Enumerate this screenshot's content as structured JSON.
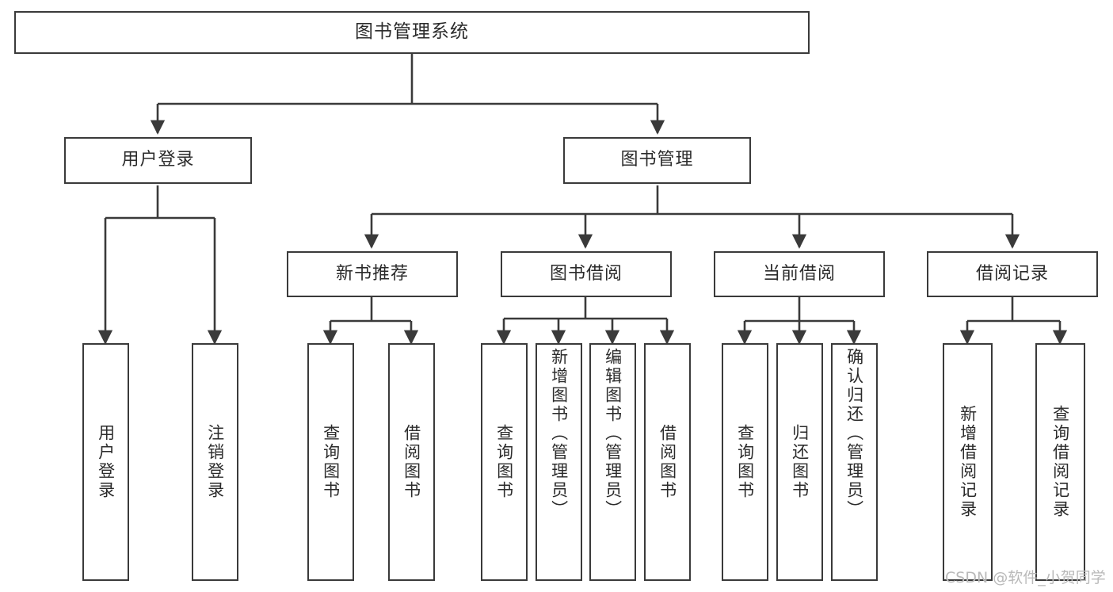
{
  "diagram": {
    "title": "图书管理系统",
    "type": "tree-hierarchy-functional-structure",
    "root": {
      "label": "图书管理系统"
    },
    "level2": [
      {
        "label": "用户登录"
      },
      {
        "label": "图书管理"
      }
    ],
    "level3": [
      {
        "label": "新书推荐"
      },
      {
        "label": "图书借阅"
      },
      {
        "label": "当前借阅"
      },
      {
        "label": "借阅记录"
      }
    ],
    "leaves": {
      "user_login": [
        {
          "label": "用户登录"
        },
        {
          "label": "注销登录"
        }
      ],
      "new_book_recommend": [
        {
          "label": "查询图书"
        },
        {
          "label": "借阅图书"
        }
      ],
      "book_borrow": [
        {
          "label": "查询图书"
        },
        {
          "label": "新增图书（管理员）"
        },
        {
          "label": "编辑图书（管理员）"
        },
        {
          "label": "借阅图书"
        }
      ],
      "current_borrow": [
        {
          "label": "查询图书"
        },
        {
          "label": "归还图书"
        },
        {
          "label": "确认归还（管理员）"
        }
      ],
      "borrow_record": [
        {
          "label": "新增借阅记录"
        },
        {
          "label": "查询借阅记录"
        }
      ]
    },
    "watermark": "CSDN @软件_小贺同学",
    "colors": {
      "stroke": "#3a3a3a",
      "text": "#2b2b2b",
      "background": "#ffffff",
      "watermark": "#b9b9b9"
    }
  }
}
